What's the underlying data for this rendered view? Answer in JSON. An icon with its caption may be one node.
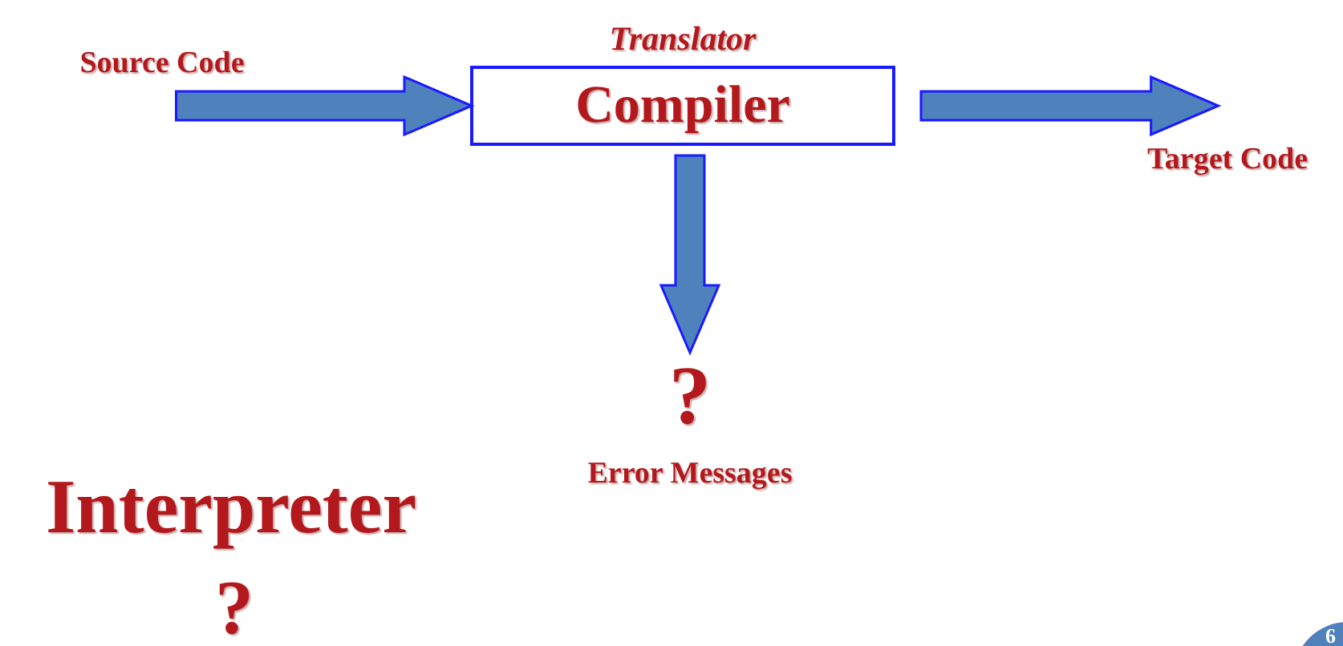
{
  "diagram": {
    "nodes": [
      {
        "text": [
          "Source Code"
        ]
      },
      {
        "text": [
          "Compiler"
        ],
        "beside": [
          "Translator"
        ]
      },
      {
        "text": [
          "Target Code"
        ]
      },
      {
        "text": [
          "?",
          "Error Messages"
        ]
      }
    ],
    "edges": [
      {
        "from": 0,
        "to": 1,
        "arrow": "to"
      },
      {
        "from": 1,
        "to": 2,
        "arrow": "to"
      },
      {
        "from": 1,
        "to": 3,
        "arrow": "to"
      }
    ],
    "labels": [
      "Interpreter",
      "?",
      "6"
    ]
  }
}
